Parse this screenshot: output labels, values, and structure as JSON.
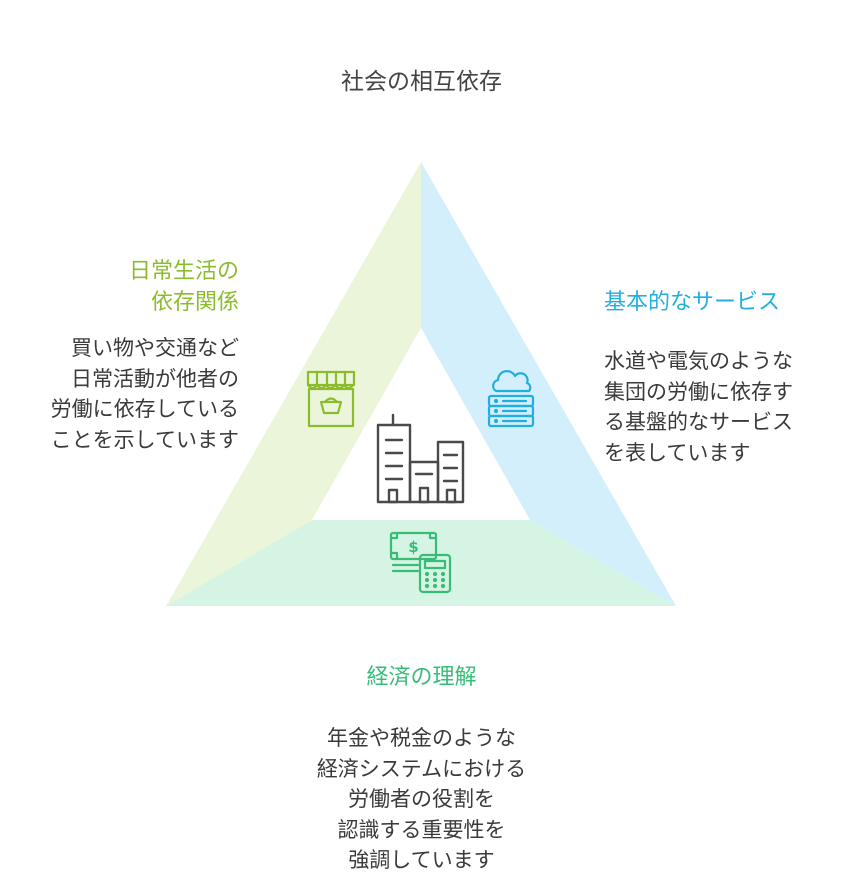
{
  "title": "社会の相互依存",
  "sections": {
    "daily": {
      "heading": "日常生活の\n依存関係",
      "body": "買い物や交通など\n日常活動が他者の\n労働に依存している\nことを示しています",
      "icon": "shop-icon",
      "color": "#8cbc2e",
      "fill": "#ebf5d9"
    },
    "services": {
      "heading": "基本的なサービス",
      "body": "水道や電気のような\n集団の労働に依存す\nる基盤的なサービス\nを表しています",
      "icon": "cloud-server-icon",
      "color": "#22aee0",
      "fill": "#d2effb"
    },
    "economy": {
      "heading": "経済の理解",
      "body": "年金や税金のような\n経済システムにおける\n労働者の役割を\n認識する重要性を\n強調しています",
      "icon": "money-calculator-icon",
      "color": "#37bd78",
      "fill": "#d5f4e4"
    }
  },
  "center_icon": "buildings-icon"
}
